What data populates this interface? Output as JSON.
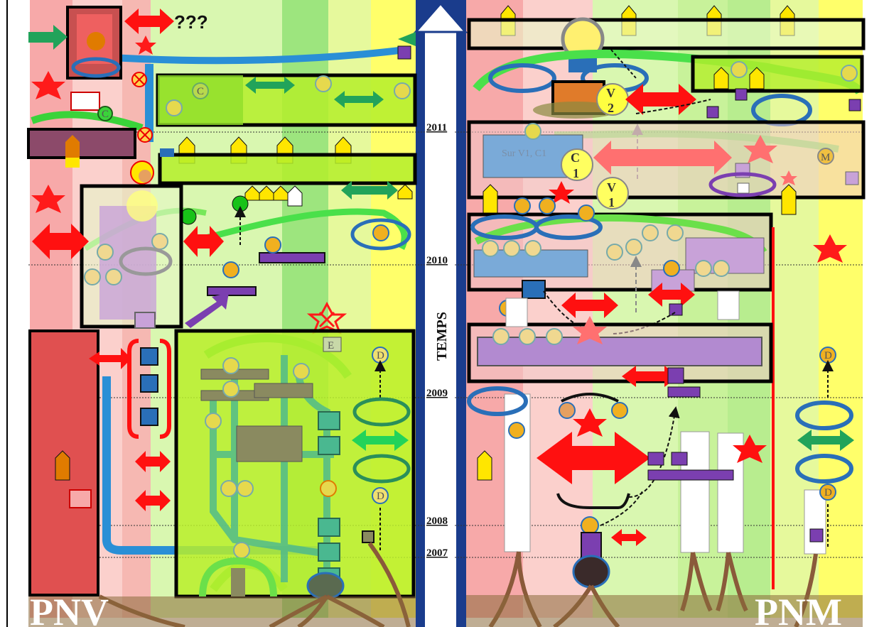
{
  "panels": {
    "left_label": "PNV",
    "right_label": "PNM"
  },
  "timeline": {
    "axis_label": "TEMPS",
    "years": [
      "2011",
      "2010",
      "2009",
      "2008",
      "2007"
    ]
  },
  "annotations": {
    "unknown": "???",
    "right_box_text": "Sur V1, C1",
    "letter_c": "C",
    "letter_c1_top": "C",
    "letter_c1_bottom": "1",
    "letter_v1_top": "V",
    "letter_v1_bottom": "1",
    "letter_v2_top": "V",
    "letter_v2_bottom": "2",
    "letter_e": "E",
    "letter_d": "D",
    "letter_m": "M"
  },
  "colors": {
    "red_zone": "#f4a3a3",
    "pink_zone": "#fbc0c0",
    "light_green": "#d7f5a8",
    "green": "#93e27a",
    "yellow_green": "#e9f79a",
    "yellow": "#ffff66",
    "timeline_blue": "#1a3c8c",
    "box_border": "#000000"
  }
}
